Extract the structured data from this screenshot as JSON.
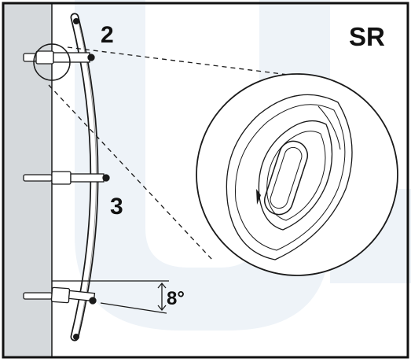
{
  "labels": {
    "model_code": "SR",
    "step_top": "2",
    "step_mid": "3",
    "angle": "8°"
  },
  "colors": {
    "wall": "#d5d9dc",
    "frame": "#111111",
    "watermark": "#eef3f8",
    "line": "#1a1a1a"
  }
}
